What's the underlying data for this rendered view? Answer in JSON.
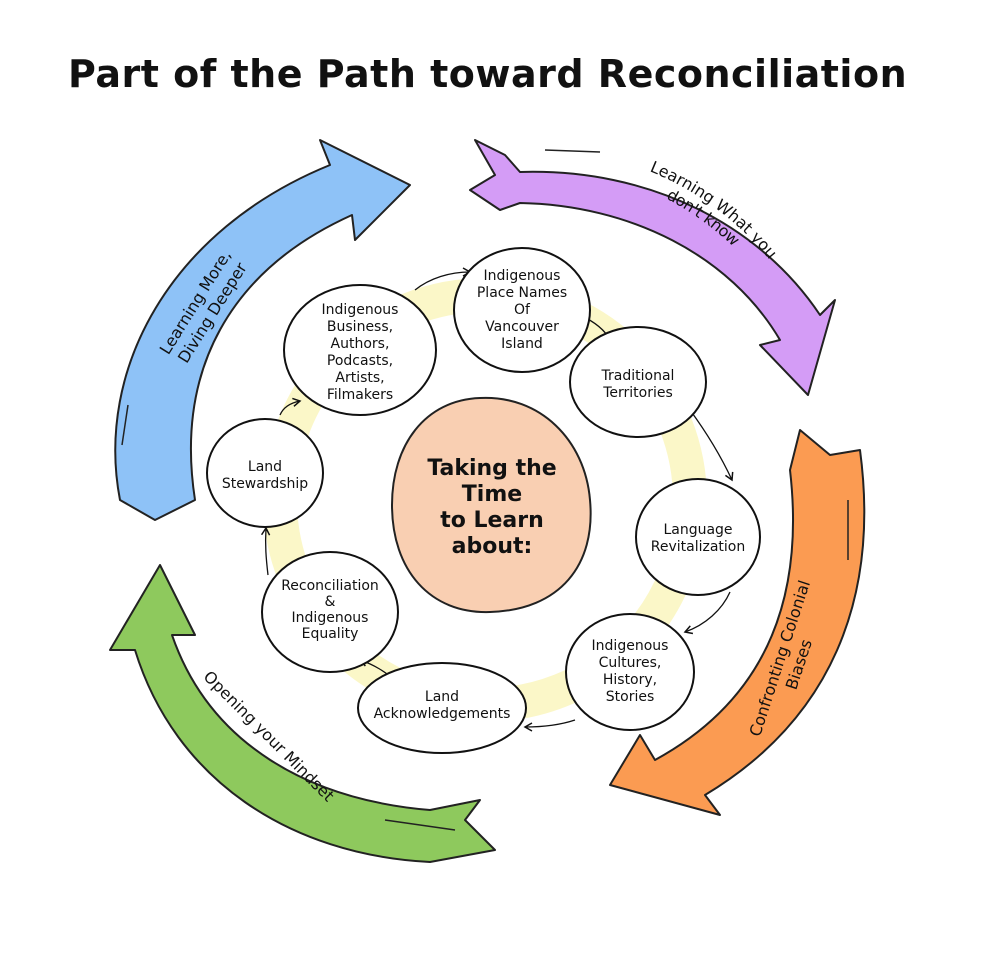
{
  "title": "Part of the Path toward Reconciliation",
  "center": {
    "lines": [
      "Taking the",
      "Time",
      "to Learn",
      "about:"
    ],
    "fill": "#f9cfb2"
  },
  "ring_color": "#fbf7c8",
  "nodes": [
    {
      "id": "indigenous-place-names",
      "lines": [
        "Indigenous",
        "Place Names",
        "Of",
        "Vancouver",
        "Island"
      ]
    },
    {
      "id": "traditional-territories",
      "lines": [
        "Traditional",
        "Territories"
      ]
    },
    {
      "id": "language-revitalization",
      "lines": [
        "Language",
        "Revitalization"
      ]
    },
    {
      "id": "indigenous-cultures",
      "lines": [
        "Indigenous",
        "Cultures,",
        "History,",
        "Stories"
      ]
    },
    {
      "id": "land-acknowledgements",
      "lines": [
        "Land",
        "Acknowledgements"
      ]
    },
    {
      "id": "reconciliation-equality",
      "lines": [
        "Reconciliation",
        "&",
        "Indigenous",
        "Equality"
      ]
    },
    {
      "id": "land-stewardship",
      "lines": [
        "Land",
        "Stewardship"
      ]
    },
    {
      "id": "indigenous-business",
      "lines": [
        "Indigenous",
        "Business,",
        "Authors,",
        "Podcasts,",
        "Artists,",
        "Filmakers"
      ]
    }
  ],
  "arrows": [
    {
      "id": "learning-what-you-dont-know",
      "lines": [
        "Learning What you",
        "don't know"
      ],
      "color": "#d49cf6"
    },
    {
      "id": "confronting-colonial-biases",
      "lines": [
        "Confronting Colonial",
        "Biases"
      ],
      "color": "#fb9b52"
    },
    {
      "id": "opening-your-mindset",
      "lines": [
        "Opening your Mindset"
      ],
      "color": "#8ec95d"
    },
    {
      "id": "learning-more-diving-deeper",
      "lines": [
        "Learning More,",
        "Diving Deeper"
      ],
      "color": "#8ec2f7"
    }
  ]
}
